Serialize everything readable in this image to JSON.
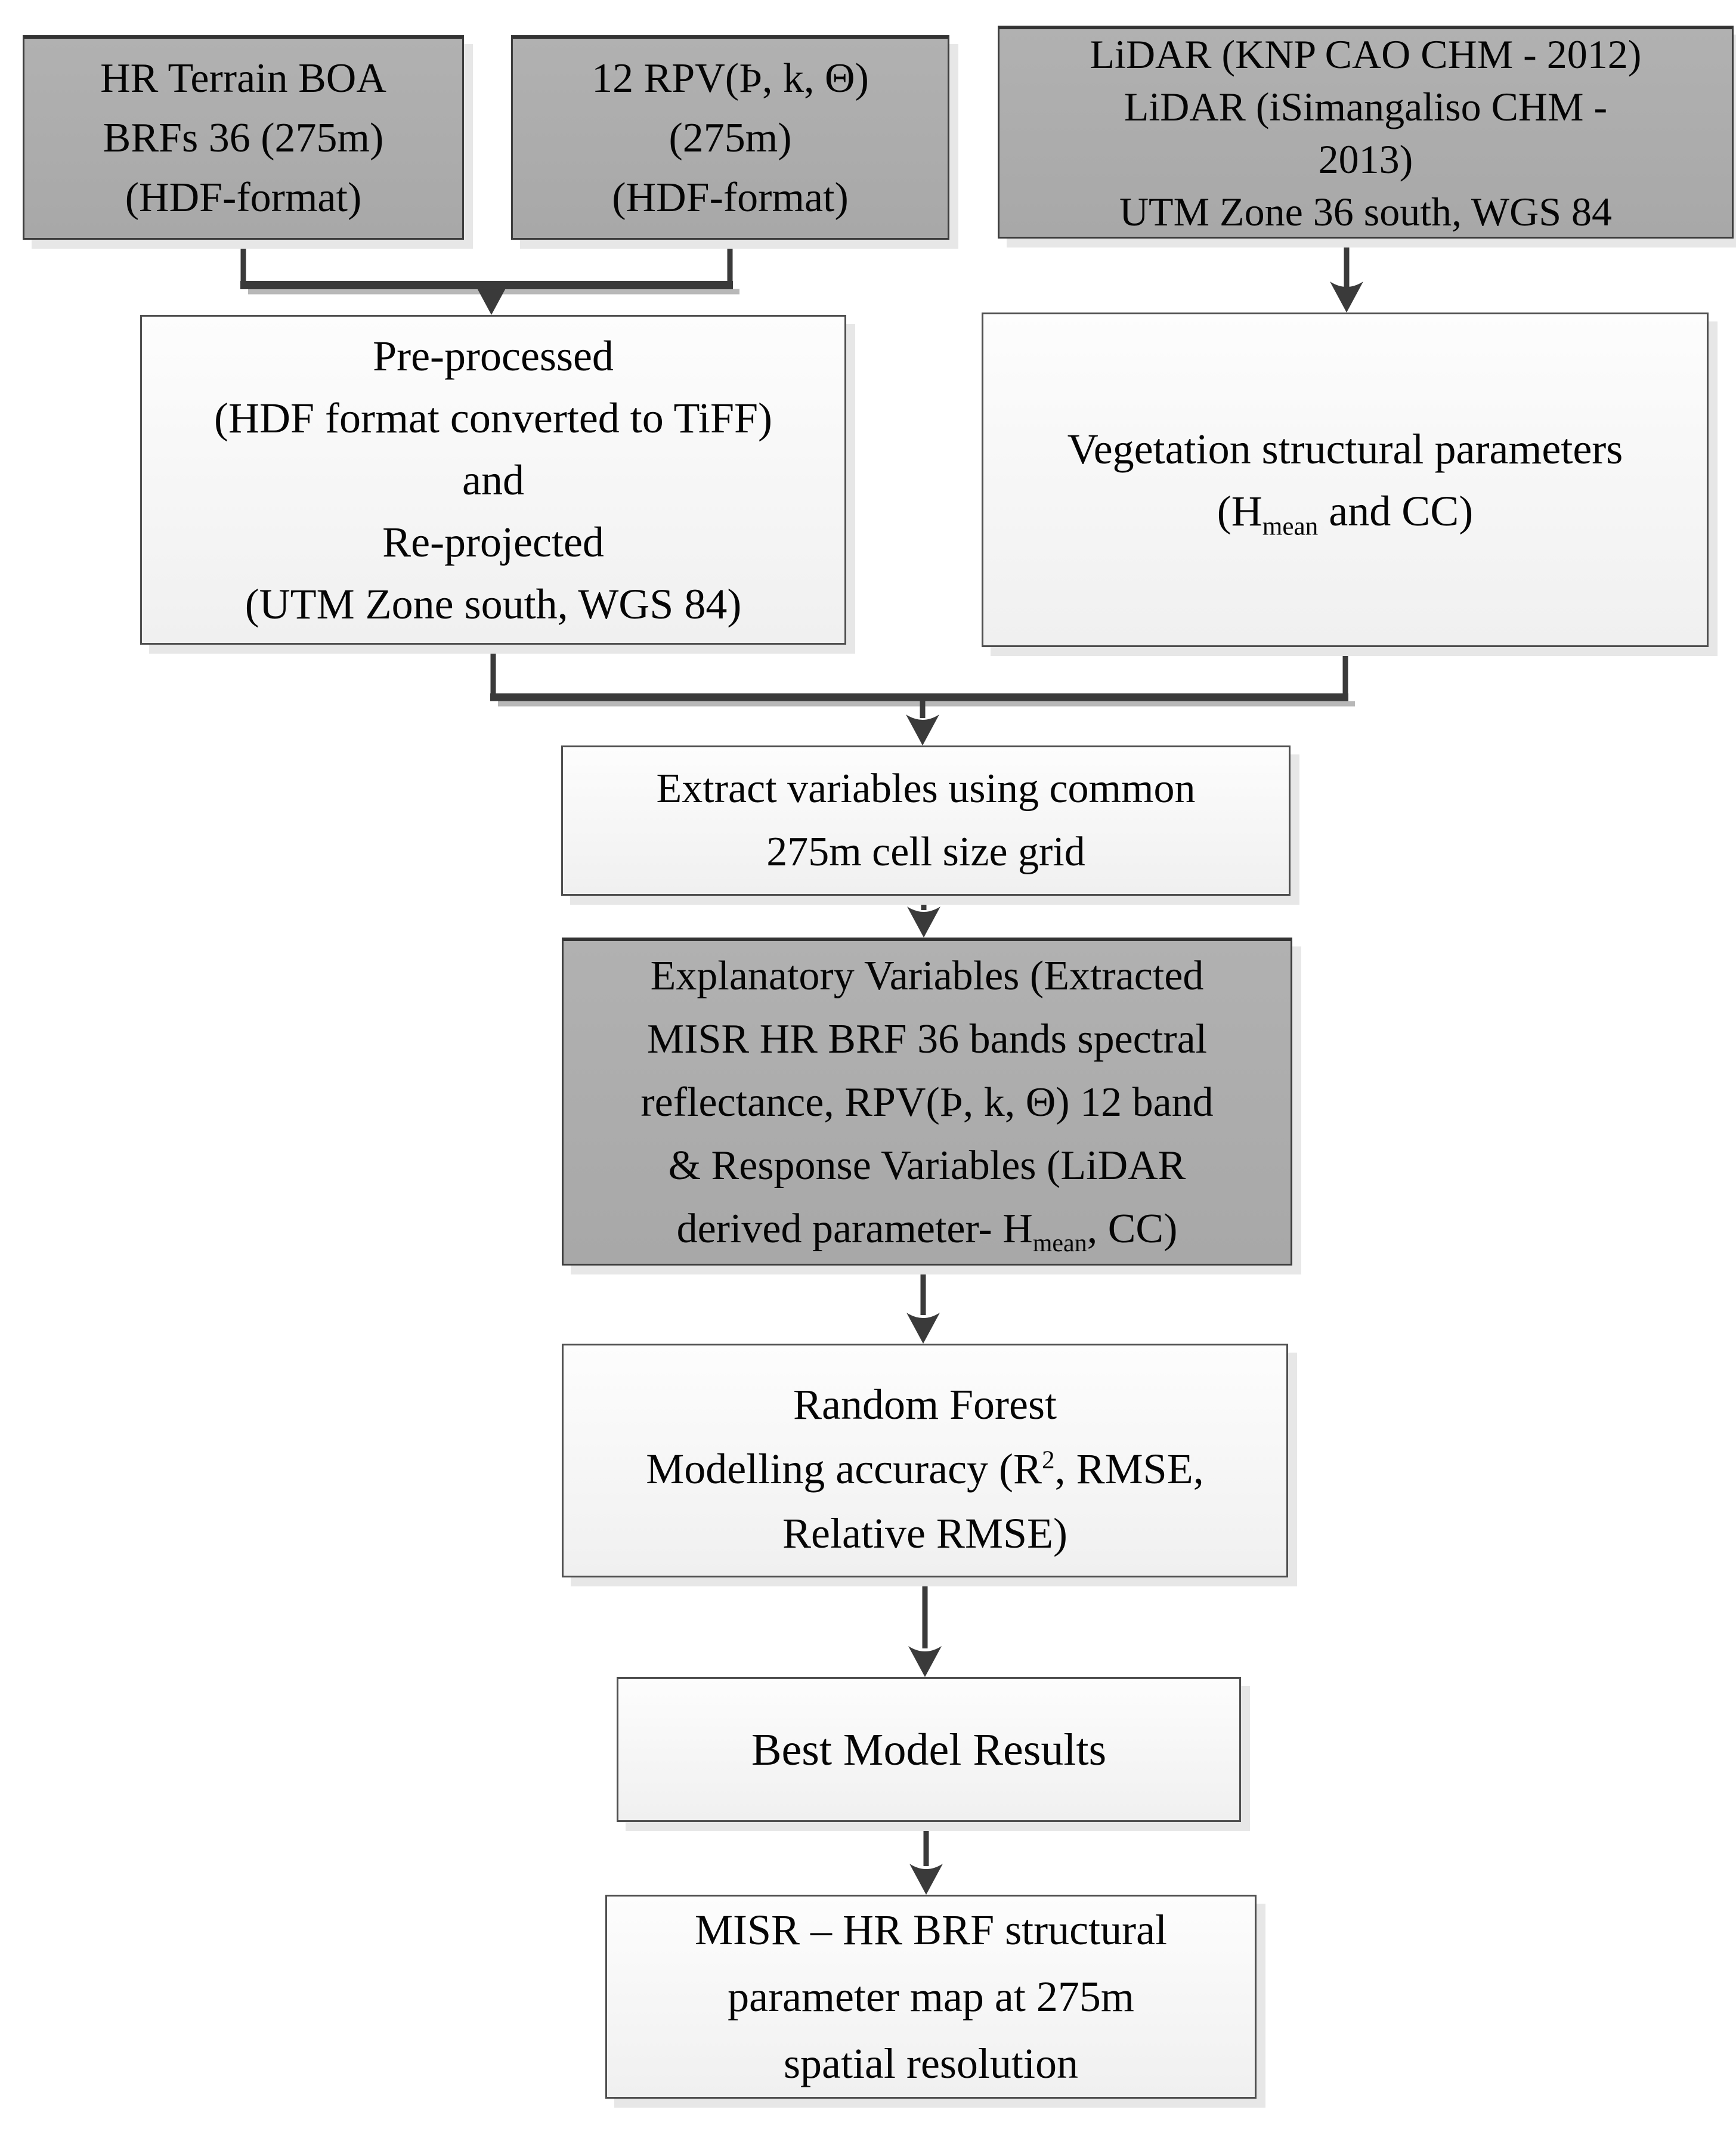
{
  "colors": {
    "box_gray_fill": "#ABABAB",
    "box_light_fill_top": "#FDFDFD",
    "box_light_fill_bottom": "#F0F0F0",
    "box_border": "#3D3D3D",
    "arrow": "#3A3A3A",
    "shadow": "#E7E7E7",
    "text": "#050505",
    "background": "#FFFFFF"
  },
  "nodes": {
    "misr_brf": {
      "lines": [
        "HR Terrain BOA",
        "BRFs 36 (275m)",
        "(HDF-format)"
      ]
    },
    "rpv": {
      "lines": [
        "12 RPV(Þ, k, Θ)",
        "(275m)",
        "(HDF-format)"
      ]
    },
    "lidar": {
      "lines": [
        "LiDAR (KNP CAO CHM - 2012)",
        "LiDAR (iSimangaliso CHM -",
        "2013)",
        "UTM Zone 36 south, WGS 84"
      ]
    },
    "preprocess": {
      "lines": [
        "Pre-processed",
        "(HDF format converted to TiFF)",
        "and",
        "Re-projected",
        "(UTM Zone south, WGS 84)"
      ]
    },
    "veg_params": {
      "line1": "Vegetation structural parameters",
      "line2": {
        "pre": "(H",
        "sub": "mean",
        "post": " and CC)"
      }
    },
    "extract": {
      "lines": [
        "Extract variables using common",
        "275m cell size grid"
      ]
    },
    "variables": {
      "lines": [
        "Explanatory Variables (Extracted",
        "MISR HR BRF 36 bands spectral",
        "reflectance, RPV(Þ, k, Θ) 12 band",
        "& Response Variables (LiDAR"
      ],
      "last_line": {
        "pre": "derived parameter- H",
        "sub": "mean",
        "post": ", CC)"
      }
    },
    "random_forest": {
      "line1": "Random Forest",
      "line2": {
        "pre": "Modelling accuracy (R",
        "sup": "2",
        "post": ", RMSE,"
      },
      "line3": "Relative RMSE)"
    },
    "best_model": {
      "lines": [
        "Best Model Results"
      ]
    },
    "output_map": {
      "lines": [
        "MISR – HR BRF structural",
        "parameter map at 275m",
        "spatial resolution"
      ]
    }
  }
}
